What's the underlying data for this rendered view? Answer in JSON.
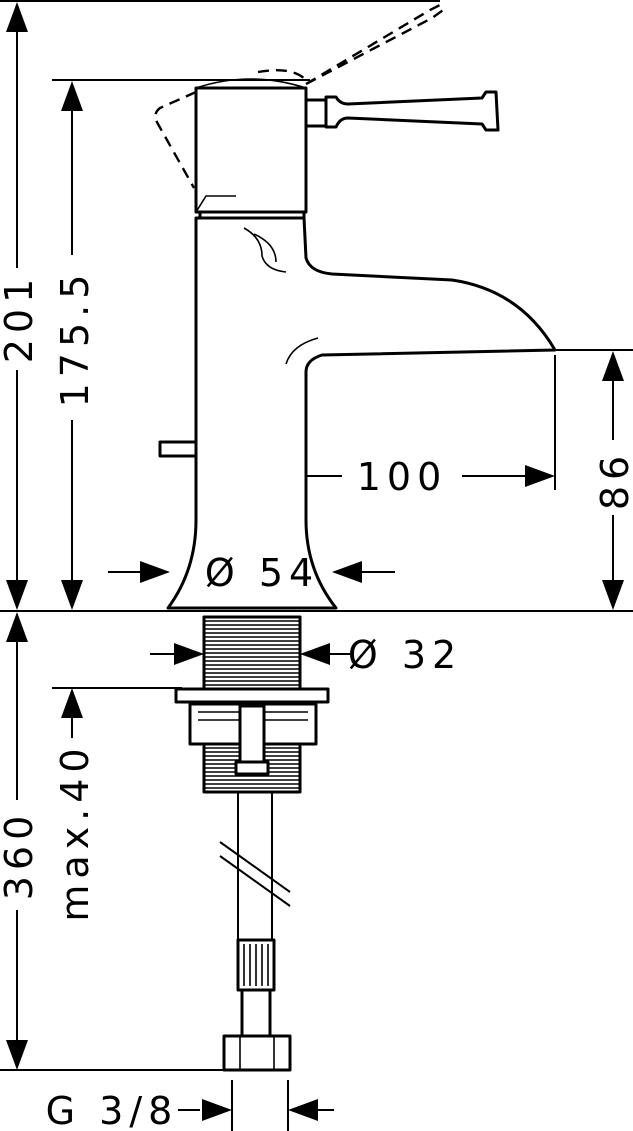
{
  "dimensions": {
    "total_height": "201",
    "spout_height_to_top": "175.5",
    "spout_reach": "100",
    "spout_outlet_height": "86",
    "base_diameter": "Ø 54",
    "shank_diameter": "Ø 32",
    "below_counter_length": "360",
    "max_counter_thickness": "max.40",
    "connection_thread": "G 3/8"
  },
  "colors": {
    "line": "#000000",
    "background": "#ffffff"
  }
}
